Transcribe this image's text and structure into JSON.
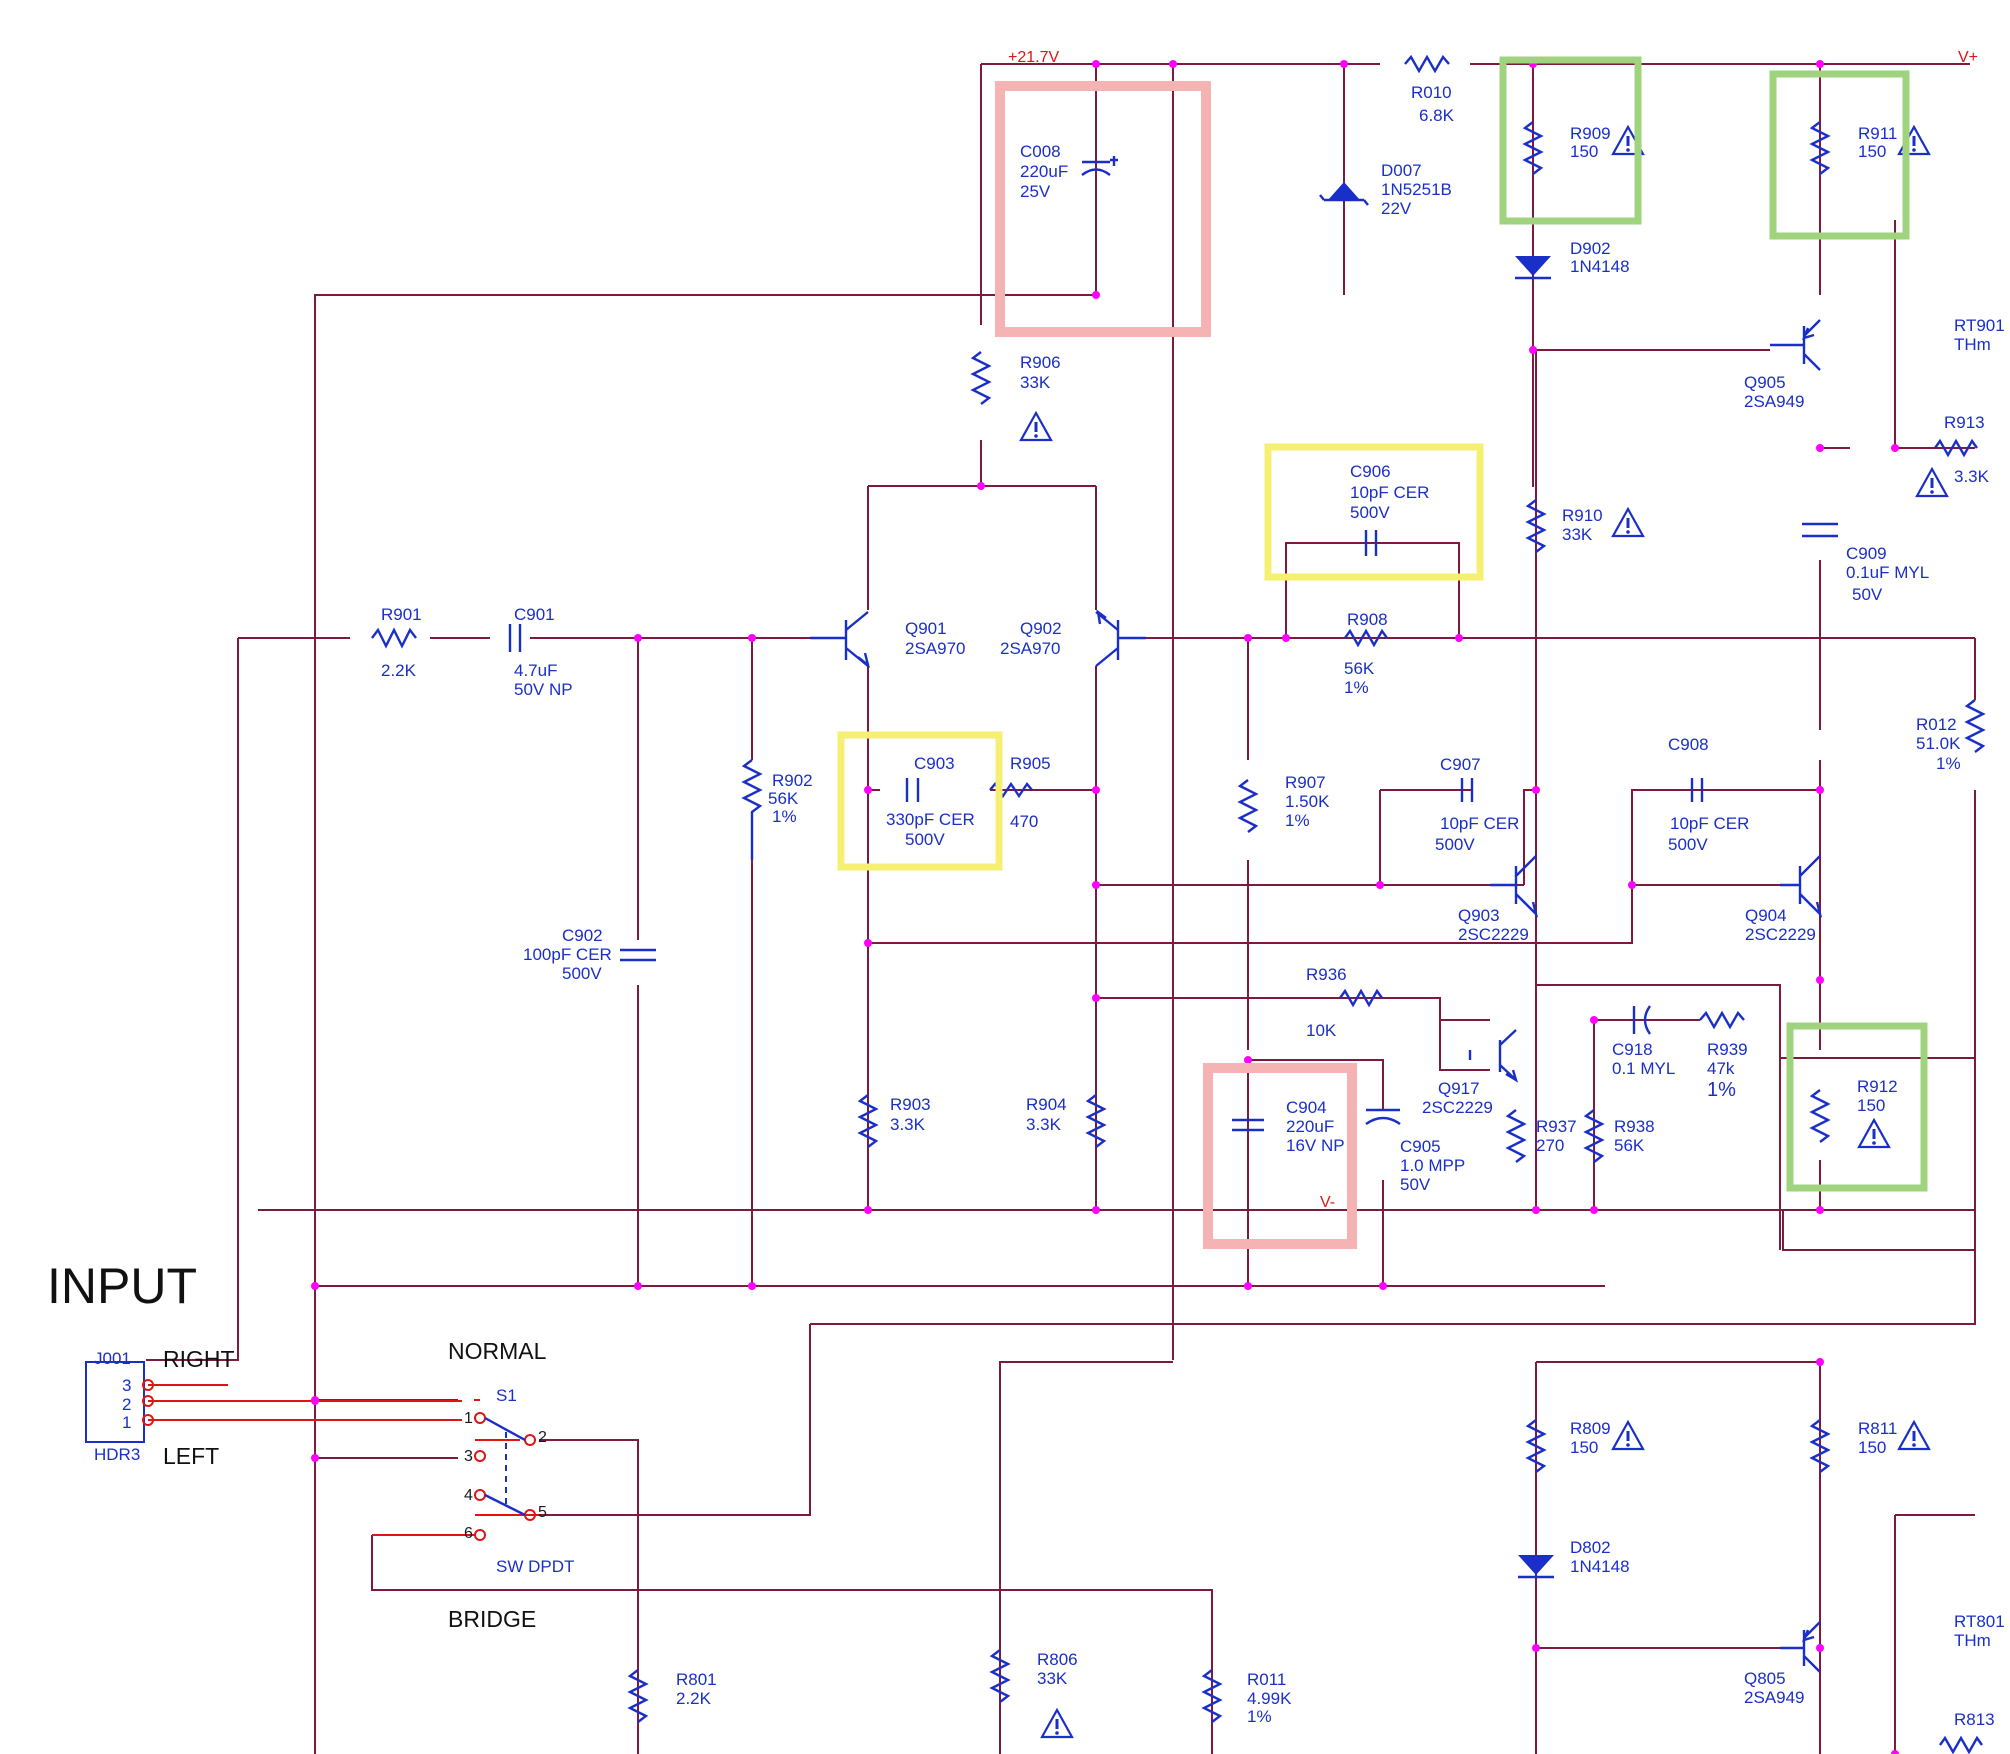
{
  "title": "INPUT",
  "power_labels": {
    "vplus_raw": "+21.7V",
    "vplus": "V+",
    "vminus": "V-"
  },
  "connector": {
    "ref": "J001",
    "part": "HDR3",
    "pins": [
      "3",
      "2",
      "1"
    ],
    "right_label": "RIGHT",
    "left_label": "LEFT"
  },
  "switch": {
    "ref": "S1",
    "part": "SW DPDT",
    "normal_label": "NORMAL",
    "bridge_label": "BRIDGE",
    "pins": [
      "1",
      "2",
      "3",
      "4",
      "5",
      "6"
    ]
  },
  "components": [
    {
      "id": "R901",
      "lines": [
        "R901"
      ],
      "values": [
        "2.2K"
      ]
    },
    {
      "id": "C901",
      "lines": [
        "C901"
      ],
      "values": [
        "4.7uF",
        "50V NP"
      ]
    },
    {
      "id": "R902",
      "lines": [
        "R902",
        "56K",
        "1%"
      ]
    },
    {
      "id": "C902",
      "lines": [
        "C902",
        "100pF CER",
        "500V"
      ]
    },
    {
      "id": "Q901",
      "lines": [
        "Q901",
        "2SA970"
      ]
    },
    {
      "id": "Q902",
      "lines": [
        "Q902",
        "2SA970"
      ]
    },
    {
      "id": "C903",
      "lines": [
        "C903"
      ],
      "values": [
        "330pF CER",
        "500V"
      ]
    },
    {
      "id": "R905",
      "lines": [
        "R905"
      ],
      "values": [
        "470"
      ]
    },
    {
      "id": "R903",
      "lines": [
        "R903",
        "3.3K"
      ]
    },
    {
      "id": "R904",
      "lines": [
        "R904",
        "3.3K"
      ]
    },
    {
      "id": "R906",
      "lines": [
        "R906",
        "33K"
      ]
    },
    {
      "id": "C008",
      "lines": [
        "C008",
        "220uF",
        "25V"
      ]
    },
    {
      "id": "D007",
      "lines": [
        "D007",
        "1N5251B",
        "22V"
      ]
    },
    {
      "id": "R010",
      "lines": [
        "R010"
      ],
      "values": [
        "6.8K"
      ]
    },
    {
      "id": "C906",
      "lines": [
        "C906",
        "10pF CER",
        "500V"
      ]
    },
    {
      "id": "R908",
      "lines": [
        "R908"
      ],
      "values": [
        "56K",
        "1%"
      ]
    },
    {
      "id": "R907",
      "lines": [
        "R907",
        "1.50K",
        "1%"
      ]
    },
    {
      "id": "C904",
      "lines": [
        "C904",
        "220uF",
        "16V NP"
      ]
    },
    {
      "id": "C905",
      "lines": [
        "C905",
        "1.0 MPP",
        "50V"
      ]
    },
    {
      "id": "R936",
      "lines": [
        "R936"
      ],
      "values": [
        "10K"
      ]
    },
    {
      "id": "Q917",
      "lines": [
        "Q917",
        "2SC2229"
      ]
    },
    {
      "id": "R937",
      "lines": [
        "R937",
        "270"
      ]
    },
    {
      "id": "R938",
      "lines": [
        "R938",
        "56K"
      ]
    },
    {
      "id": "C918",
      "lines": [
        "C918",
        "0.1 MYL"
      ]
    },
    {
      "id": "R939",
      "lines": [
        "R939",
        "47k"
      ],
      "values": [
        "1%"
      ]
    },
    {
      "id": "C907",
      "lines": [
        "C907"
      ],
      "values": [
        "10pF CER",
        "500V"
      ]
    },
    {
      "id": "C908",
      "lines": [
        "C908"
      ],
      "values": [
        "10pF CER",
        "500V"
      ]
    },
    {
      "id": "Q903",
      "lines": [
        "Q903",
        "2SC2229"
      ]
    },
    {
      "id": "Q904",
      "lines": [
        "Q904",
        "2SC2229"
      ]
    },
    {
      "id": "R909",
      "lines": [
        "R909",
        "150"
      ]
    },
    {
      "id": "D902",
      "lines": [
        "D902",
        "1N4148"
      ]
    },
    {
      "id": "R910",
      "lines": [
        "R910",
        "33K"
      ]
    },
    {
      "id": "R911",
      "lines": [
        "R911",
        "150"
      ]
    },
    {
      "id": "Q905",
      "lines": [
        "Q905",
        "2SA949"
      ]
    },
    {
      "id": "RT901",
      "lines": [
        "RT901",
        "THm"
      ]
    },
    {
      "id": "R913",
      "lines": [
        "R913"
      ],
      "values": [
        "3.3K"
      ]
    },
    {
      "id": "C909",
      "lines": [
        "C909",
        "0.1uF MYL",
        "50V"
      ]
    },
    {
      "id": "R012",
      "lines": [
        "R012",
        "51.0K",
        "1%"
      ]
    },
    {
      "id": "R912",
      "lines": [
        "R912",
        "150"
      ]
    },
    {
      "id": "R809",
      "lines": [
        "R809",
        "150"
      ]
    },
    {
      "id": "R811",
      "lines": [
        "R811",
        "150"
      ]
    },
    {
      "id": "D802",
      "lines": [
        "D802",
        "1N4148"
      ]
    },
    {
      "id": "Q805",
      "lines": [
        "Q805",
        "2SA949"
      ]
    },
    {
      "id": "RT801",
      "lines": [
        "RT801",
        "THm"
      ]
    },
    {
      "id": "R813",
      "lines": [
        "R813"
      ]
    },
    {
      "id": "R801",
      "lines": [
        "R801",
        "2.2K"
      ]
    },
    {
      "id": "R806",
      "lines": [
        "R806",
        "33K"
      ]
    },
    {
      "id": "R011",
      "lines": [
        "R011",
        "4.99K",
        "1%"
      ]
    }
  ]
}
